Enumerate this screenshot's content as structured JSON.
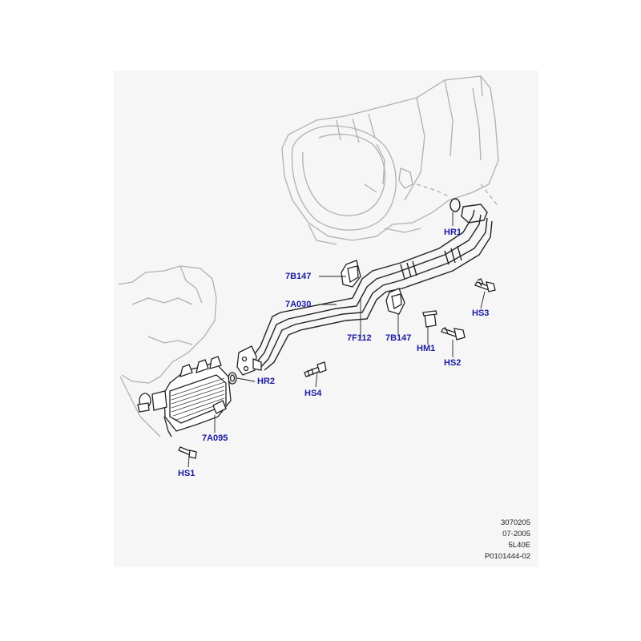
{
  "callouts": {
    "hr1": "HR1",
    "b147_left": "7B147",
    "a030": "7A030",
    "f112": "7F112",
    "b147_right": "7B147",
    "hm1": "HM1",
    "hs3": "HS3",
    "hs2": "HS2",
    "hr2": "HR2",
    "hs4": "HS4",
    "a095": "7A095",
    "hs1": "HS1"
  },
  "footer": {
    "line1": "3070205",
    "line2": "07-2005",
    "line3": "5L40E",
    "line4": "P0101444-02"
  },
  "colors": {
    "callout_text": "#1a1aa0",
    "line_art": "#222222",
    "ghost_art": "#b0b0b0",
    "panel_bg": "#f6f6f6"
  }
}
